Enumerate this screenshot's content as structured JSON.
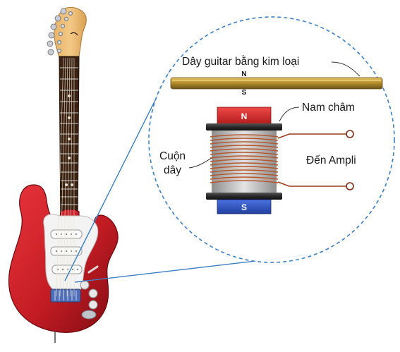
{
  "labels": {
    "guitar_string": "Dây guitar bằng kim loại",
    "magnet": "Nam châm",
    "coil_line1": "Cuộn",
    "coil_line2": "dây",
    "to_amp": "Đến Ampli"
  },
  "string_poles": {
    "north": "N",
    "south": "S"
  },
  "magnet_poles": {
    "north": "N",
    "south": "S"
  },
  "colors": {
    "guitar_body": "#c81d25",
    "string": "#b8902e",
    "magnet_north": "#d42a2a",
    "magnet_south": "#2f55c9",
    "coil": "#b4552a",
    "zoom_circle": "#3d7fc2"
  }
}
